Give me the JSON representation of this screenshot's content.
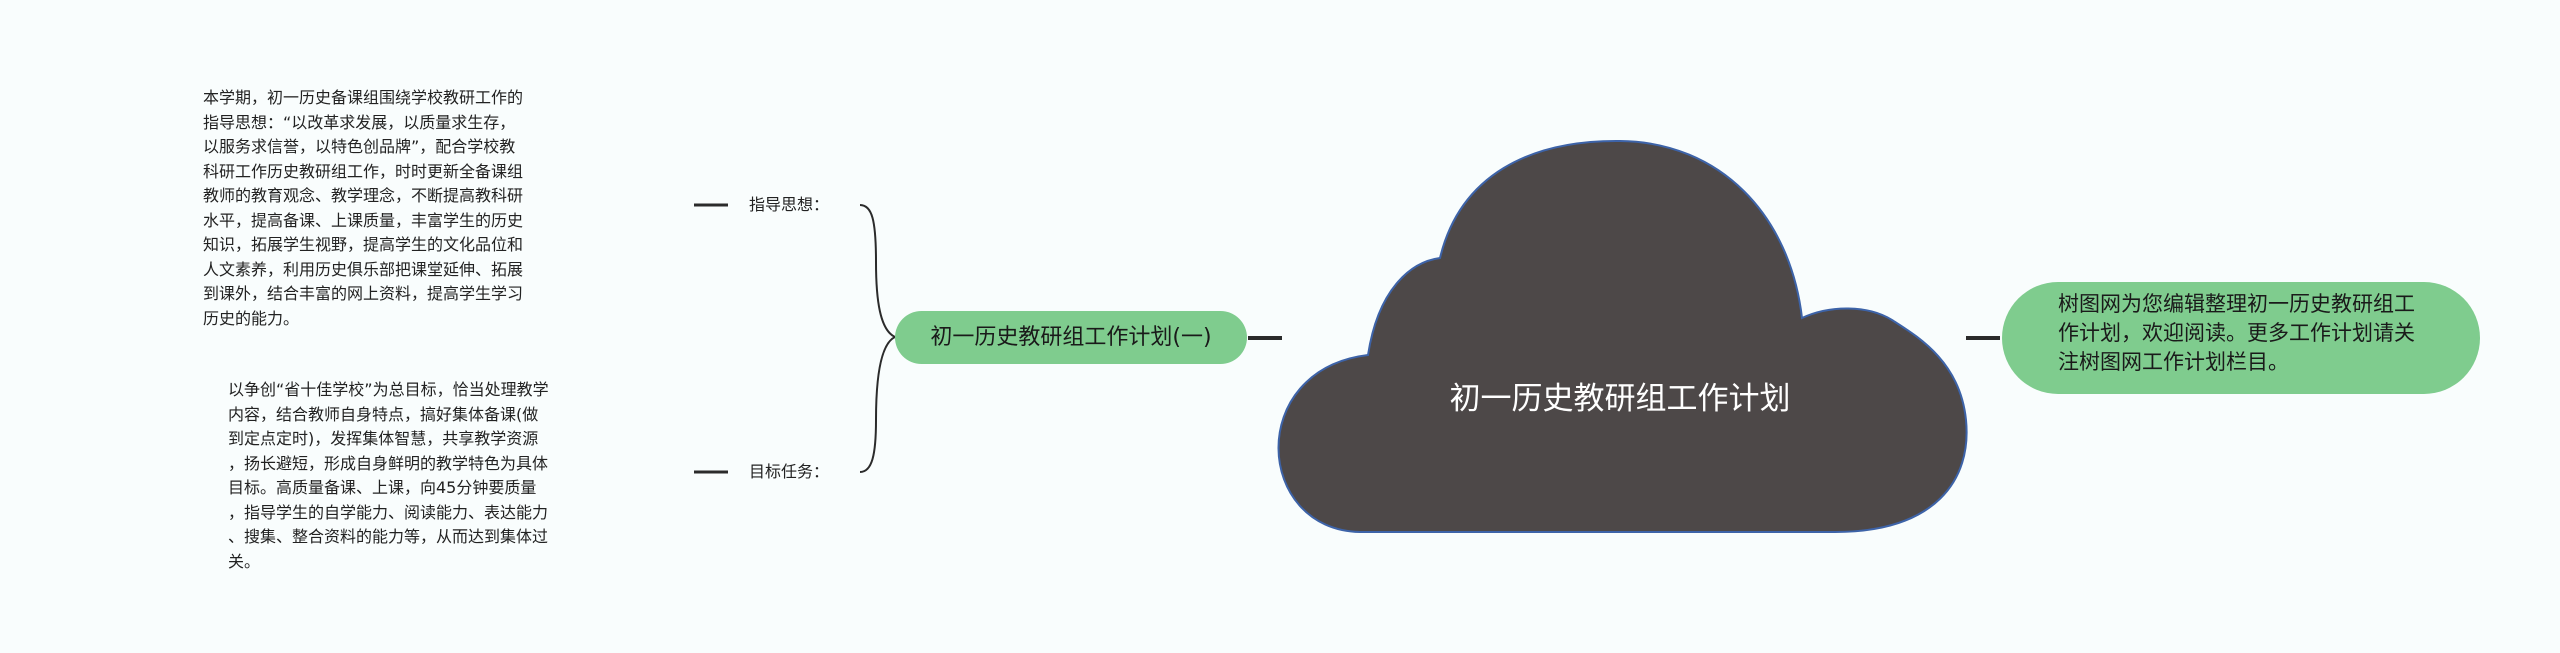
{
  "root": {
    "title": "初一历史教研组工作计划"
  },
  "branch": {
    "label": "初一历史教研组工作计划(一)"
  },
  "right_note": {
    "text": "树图网为您编辑整理初一历史教研组工作计划，欢迎阅读。更多工作计划请关注树图网工作计划栏目。"
  },
  "sub_nodes": [
    {
      "label": "指导思想：",
      "content": "本学期，初一历史备课组围绕学校教研工作的\n指导思想：“以改革求发展，以质量求生存，\n以服务求信誉，以特色创品牌”，配合学校教\n科研工作历史教研组工作，时时更新全备课组\n教师的教育观念、教学理念，不断提高教科研\n水平，提高备课、上课质量，丰富学生的历史\n知识，拓展学生视野，提高学生的文化品位和\n人文素养，利用历史俱乐部把课堂延伸、拓展\n到课外，结合丰富的网上资料，提高学生学习\n历史的能力。"
    },
    {
      "label": "目标任务：",
      "content": "以争创“省十佳学校”为总目标，恰当处理教学\n内容，结合教师自身特点，搞好集体备课(做\n到定点定时)，发挥集体智慧，共享教学资源\n，扬长避短，形成自身鲜明的教学特色为具体\n目标。高质量备课、上课，向45分钟要质量\n，指导学生的自学能力、阅读能力、表达能力\n、搜集、整合资料的能力等，从而达到集体过\n关。"
    }
  ],
  "colors": {
    "background": "#f9fdfd",
    "cloud_fill": "#4d4848",
    "cloud_stroke": "#3d63a8",
    "pill_fill": "#7fcc8e",
    "connector": "#2b2b2b"
  }
}
